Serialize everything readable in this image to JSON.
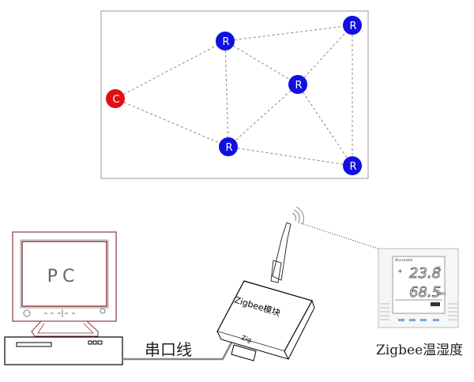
{
  "network": {
    "coordinator_label": "C",
    "router_label": "R",
    "colors": {
      "coordinator": "#e01010",
      "router": "#1010e0",
      "link": "#888888",
      "frame": "#999999"
    }
  },
  "pc": {
    "label": "PC"
  },
  "cable": {
    "label": "串口线"
  },
  "module": {
    "label": "Zigbee模块",
    "port_label": "Zig"
  },
  "sensor": {
    "caption": "Zigbee温湿度",
    "brand": "Accurate",
    "temperature": "23.8",
    "temperature_unit": "℃",
    "humidity": "68.5",
    "humidity_unit": "%RH"
  }
}
